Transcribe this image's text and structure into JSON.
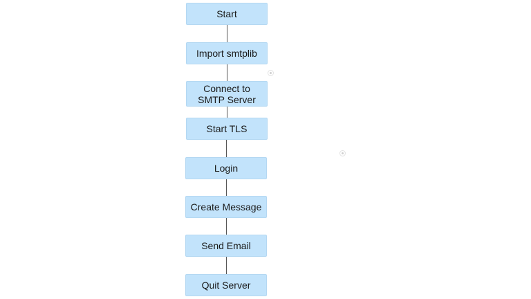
{
  "flowchart": {
    "nodes": [
      {
        "id": "start",
        "label": "Start"
      },
      {
        "id": "import",
        "label": "Import smtplib"
      },
      {
        "id": "connect",
        "label": "Connect to SMTP Server"
      },
      {
        "id": "tls",
        "label": "Start TLS"
      },
      {
        "id": "login",
        "label": "Login"
      },
      {
        "id": "create",
        "label": "Create Message"
      },
      {
        "id": "send",
        "label": "Send Email"
      },
      {
        "id": "quit",
        "label": "Quit Server"
      }
    ],
    "edges": [
      [
        "start",
        "import"
      ],
      [
        "import",
        "connect"
      ],
      [
        "connect",
        "tls"
      ],
      [
        "tls",
        "login"
      ],
      [
        "login",
        "create"
      ],
      [
        "create",
        "send"
      ],
      [
        "send",
        "quit"
      ]
    ]
  },
  "colors": {
    "node_fill": "#c2e3fb",
    "node_border": "#b4d8f2",
    "edge": "#555555",
    "background": "#ffffff"
  }
}
